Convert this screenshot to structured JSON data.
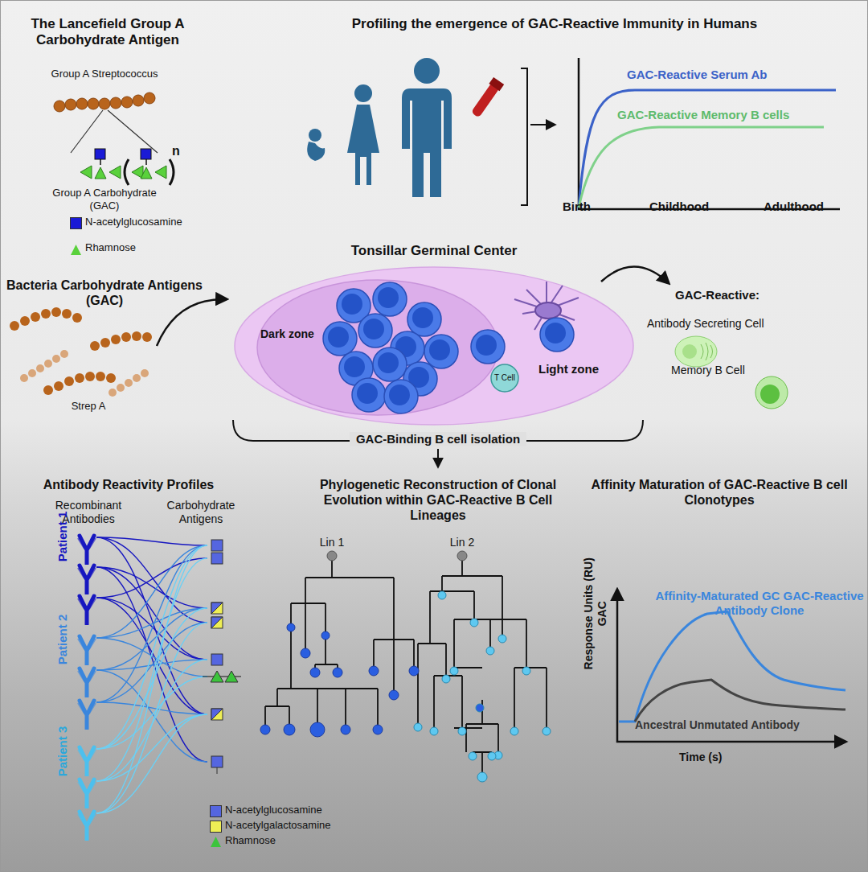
{
  "diagram": {
    "nodes": [
      {
        "text": [
          "Tonsillar Germinal Center",
          "Light zone"
        ]
      },
      {
        "text": [
          "Dark zone"
        ],
        "in": 0
      },
      {
        "text": [
          "T Cell"
        ],
        "in": 0
      }
    ],
    "labels": [
      "The Lancefield Group A Carbohydrate Antigen",
      "Group A Streptococcus",
      "n",
      "Group A Carbohydrate (GAC)",
      "Profiling the emergence of GAC-Reactive Immunity in Humans",
      "GAC-Reactive Serum Ab",
      "GAC-Reactive Memory B cells",
      "Birth",
      "Childhood",
      "Adulthood",
      "Bacteria Carbohydrate  Antigens (GAC)",
      "Strep A",
      "GAC-Reactive:",
      "Antibody Secreting Cell",
      "Memory B Cell",
      "GAC-Binding B cell isolation",
      "Antibody  Reactivity Profiles",
      "Recombinant Antibodies",
      "Carbohydrate Antigens",
      "Patient 1",
      "Patient 2",
      "Patient 3",
      "Phylogenetic Reconstruction of Clonal Evolution within GAC-Reactive B Cell Lineages",
      "Lin 1",
      "Lin 2",
      "Affinity Maturation of GAC-Reactive B cell Clonotypes",
      "Affinity-Maturated GC GAC-Reactive Antibody Clone",
      "Response Units (RU) GAC",
      "Ancestral Unmutated Antibody",
      "Time (s)"
    ],
    "legend": [
      {
        "text": "N-acetylglucosamine",
        "color": "#1a1ad6"
      },
      {
        "text": "Rhamnose",
        "color": "#5ad13c"
      },
      {
        "text": "N-acetylglucosamine",
        "color": "#5566e0"
      },
      {
        "text": "N-acetylgalactosamine",
        "color": "#eeee55"
      },
      {
        "text": "Rhamnose",
        "color": "#3cc43c"
      }
    ]
  }
}
